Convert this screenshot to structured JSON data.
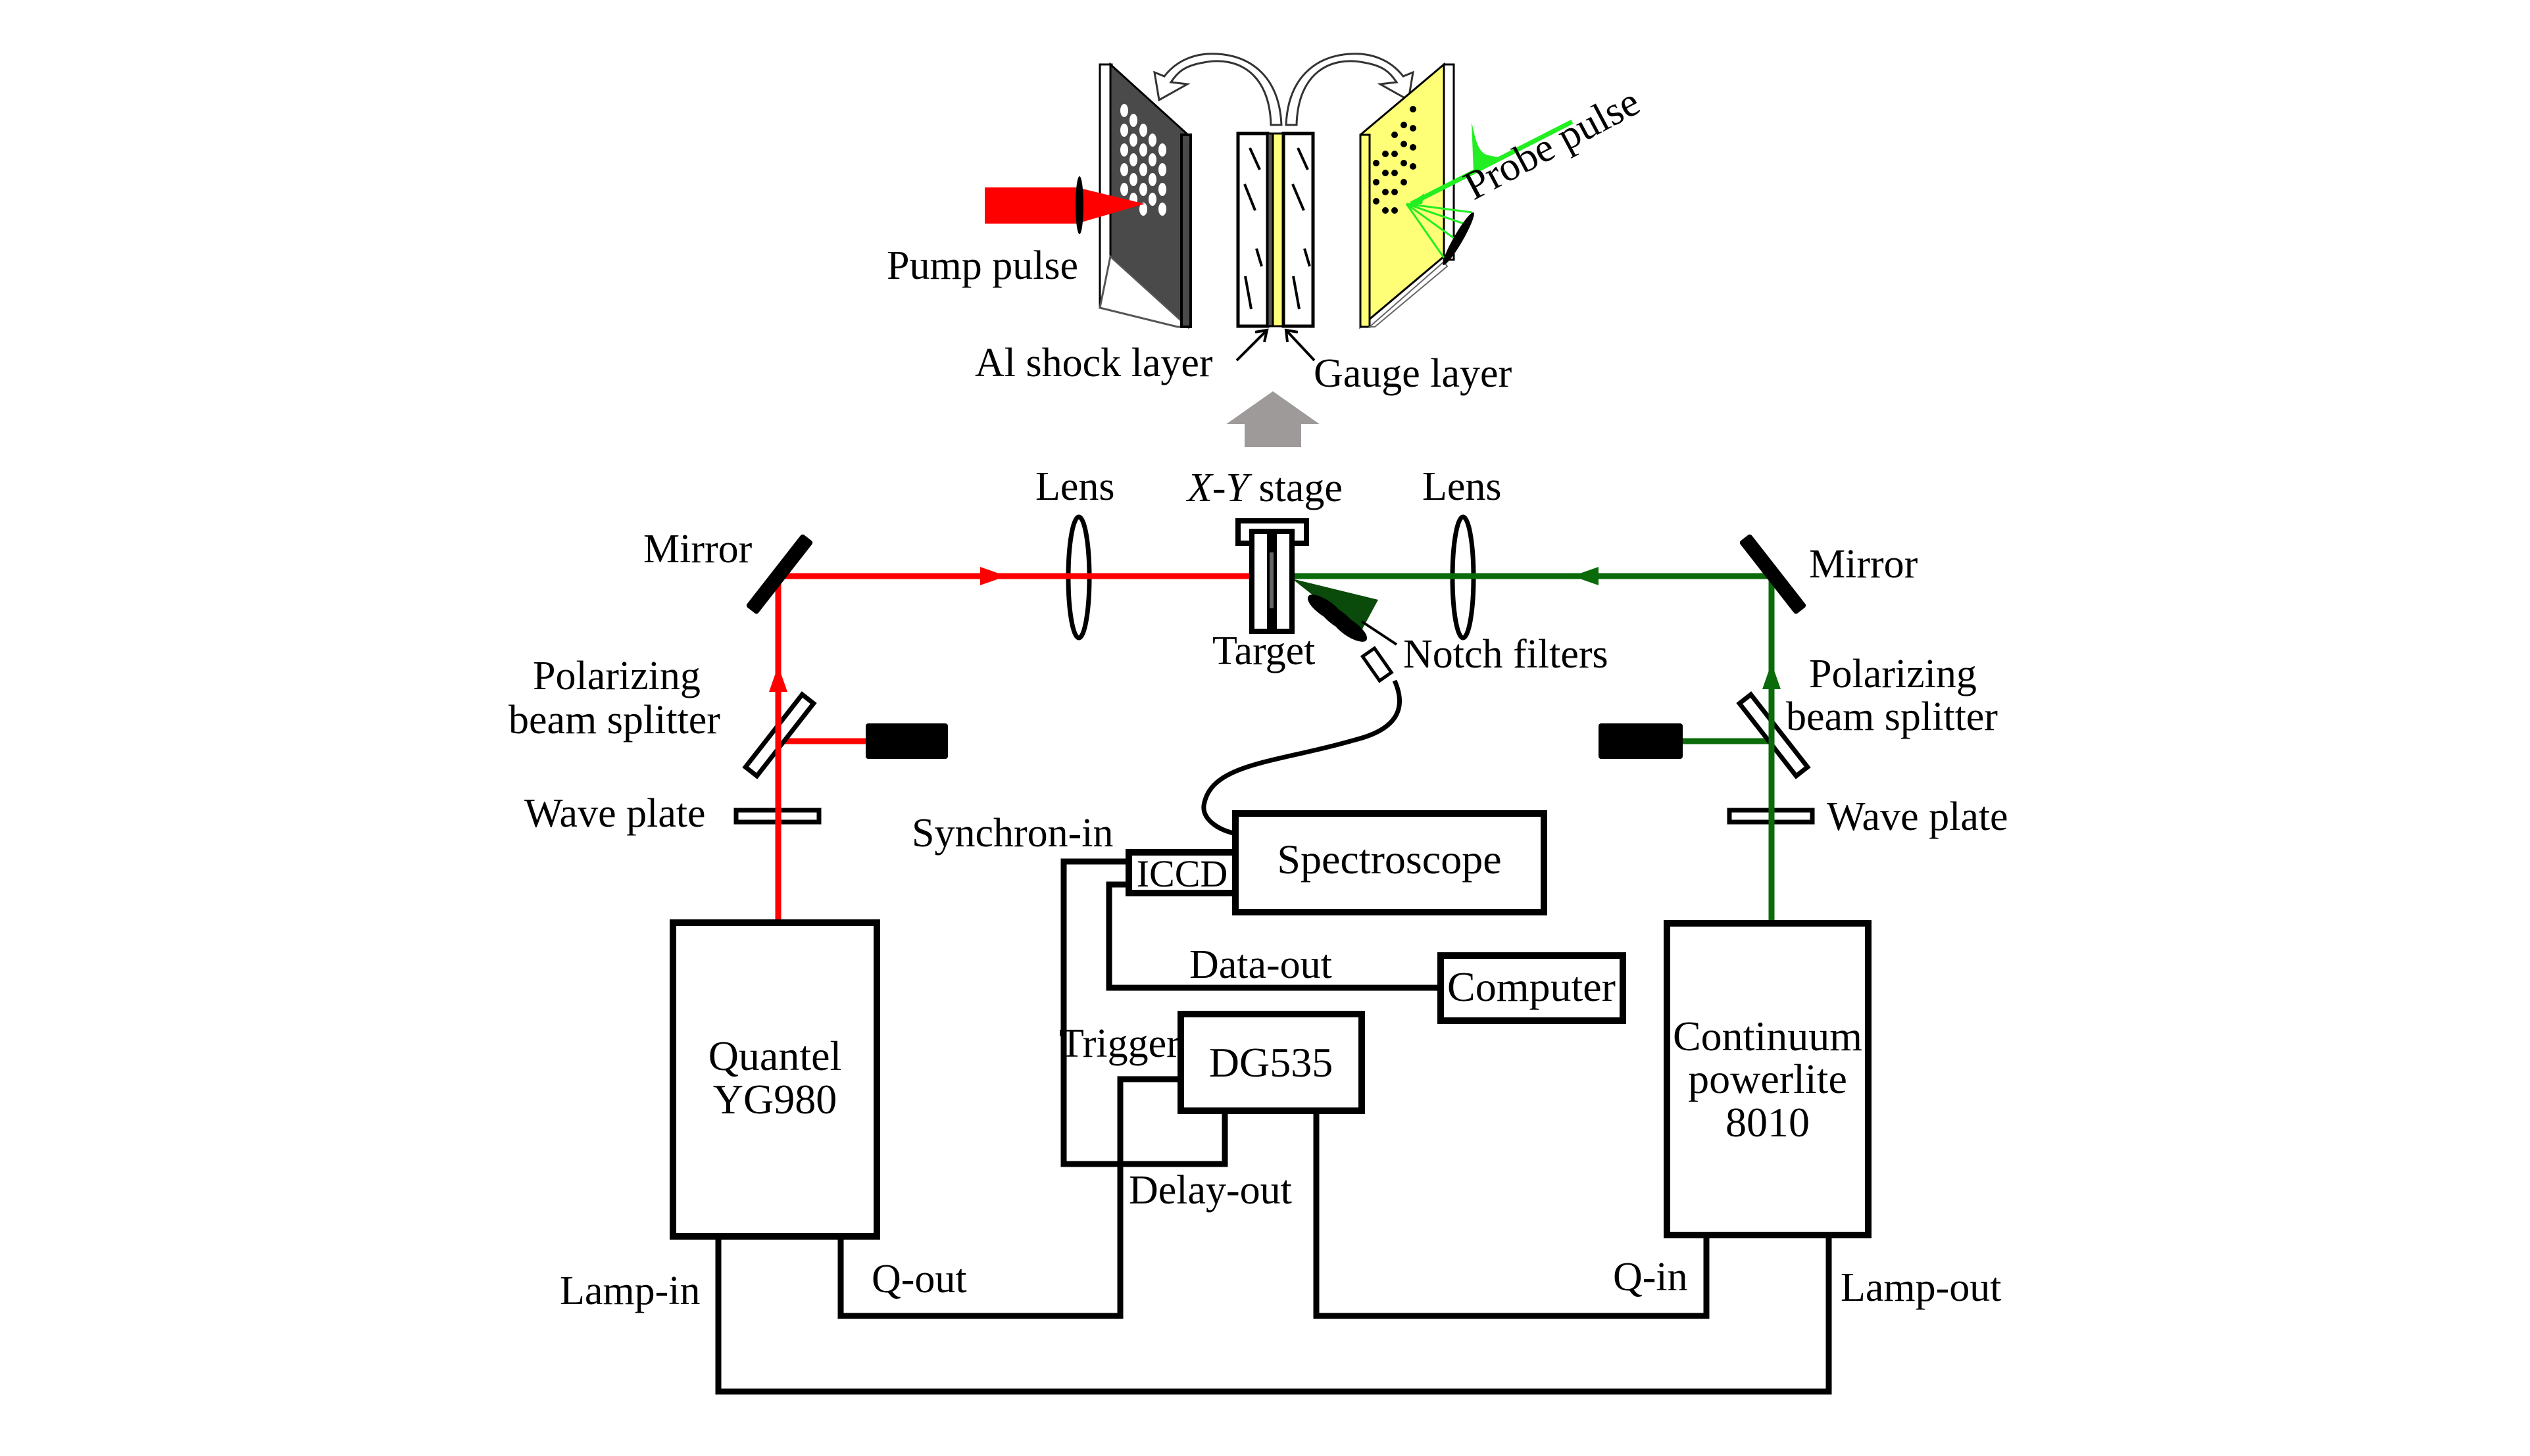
{
  "figure": {
    "colors": {
      "pump_beam": "#ff0000",
      "probe_beam": "#0b6b0b",
      "probe_bright": "#22ee22",
      "pump_plate": "#4a4a4a",
      "gauge_plate": "#ffff77",
      "stage_arrow": "#9e9a9a",
      "line": "#000000"
    },
    "inset": {
      "pump_pulse": "Pump pulse",
      "probe_pulse": "Probe pulse",
      "al_shock_layer": "Al shock layer",
      "gauge_layer": "Gauge layer"
    },
    "optics": {
      "lens_left": "Lens",
      "lens_right": "Lens",
      "xy_stage_italic": "X-Y",
      "xy_stage_rest": " stage",
      "mirror_left": "Mirror",
      "mirror_right": "Mirror",
      "target": "Target",
      "notch_filters": "Notch filters",
      "pbs_left_line1": "Polarizing",
      "pbs_left_line2": "beam splitter",
      "pbs_right_line1": "Polarizing",
      "pbs_right_line2": "beam splitter",
      "wave_plate_left": "Wave plate",
      "wave_plate_right": "Wave plate"
    },
    "instruments": {
      "quantel_line1": "Quantel",
      "quantel_line2": "YG980",
      "continuum_line1": "Continuum",
      "continuum_line2": "powerlite",
      "continuum_line3": "8010",
      "spectroscope": "Spectroscope",
      "iccd": "ICCD",
      "computer": "Computer",
      "dg535": "DG535"
    },
    "signals": {
      "synchron_in": "Synchron-in",
      "data_out": "Data-out",
      "trigger": "Trigger",
      "delay_out": "Delay-out",
      "q_out": "Q-out",
      "q_in": "Q-in",
      "lamp_in": "Lamp-in",
      "lamp_out": "Lamp-out"
    }
  }
}
